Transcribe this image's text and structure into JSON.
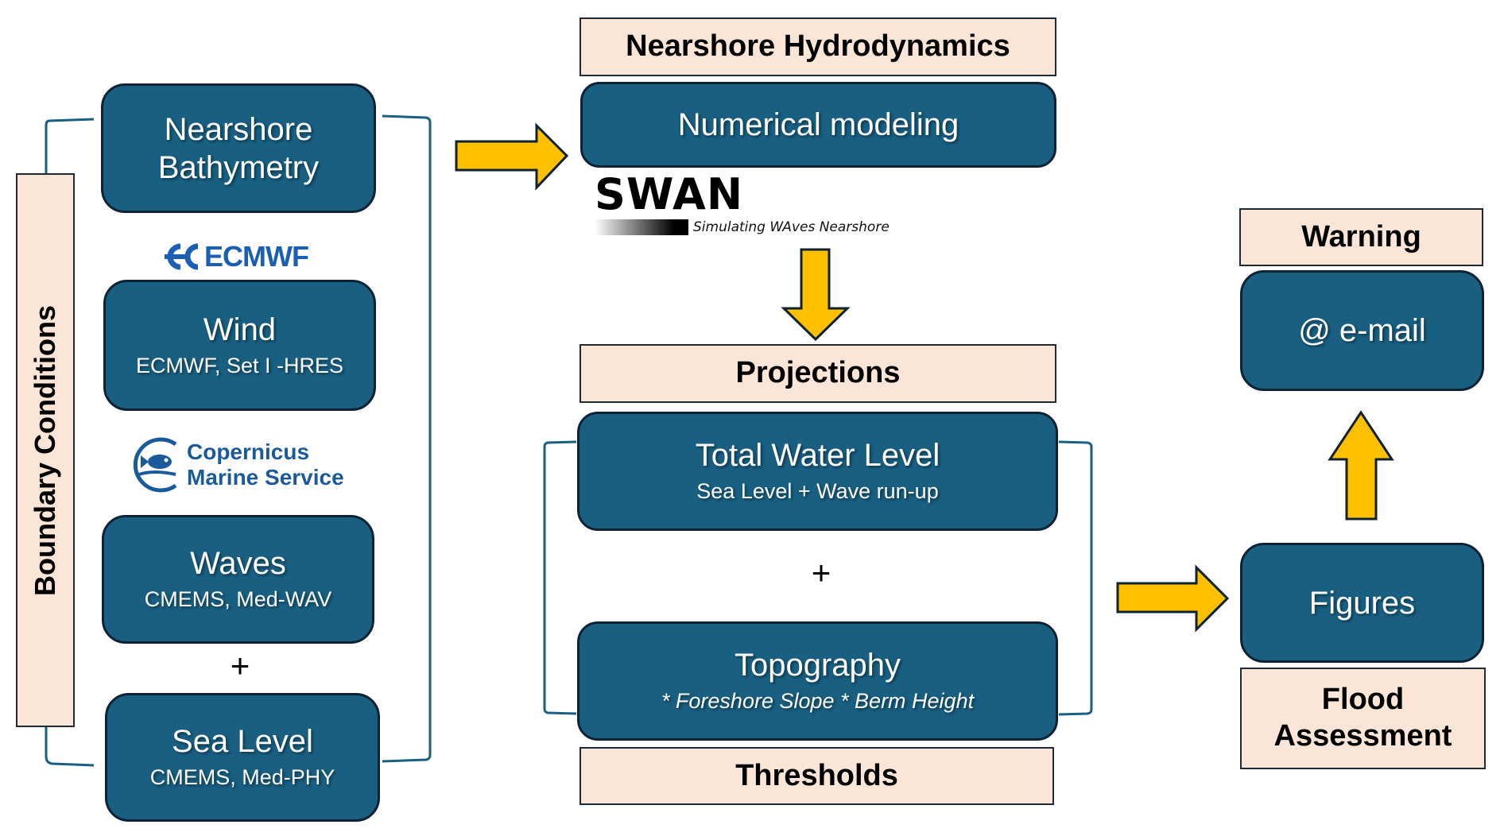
{
  "boundary_conditions": {
    "label": "Boundary Conditions",
    "nodes": [
      {
        "title": "Nearshore Bathymetry",
        "subtitle": ""
      },
      {
        "title": "Wind",
        "subtitle": "ECMWF, Set I -HRES"
      },
      {
        "title": "Waves",
        "subtitle": "CMEMS, Med-WAV"
      },
      {
        "title": "Sea Level",
        "subtitle": "CMEMS, Med-PHY"
      }
    ],
    "plus": "+",
    "logos": {
      "ecmwf": "ECMWF",
      "copernicus_line1": "Copernicus",
      "copernicus_line2": "Marine Service"
    }
  },
  "hydrodynamics": {
    "label": "Nearshore Hydrodynamics",
    "node": {
      "title": "Numerical modeling"
    },
    "swan": {
      "name": "SWAN",
      "tagline": "Simulating WAves Nearshore"
    }
  },
  "projections": {
    "label": "Projections",
    "nodes": [
      {
        "title": "Total Water Level",
        "subtitle": "Sea Level + Wave run-up"
      },
      {
        "title": "Topography",
        "subtitle": "* Foreshore Slope * Berm Height"
      }
    ],
    "plus": "+",
    "footer_label": "Thresholds"
  },
  "outputs": {
    "warning_label": "Warning",
    "email_node": {
      "title": "@ e-mail"
    },
    "figures_node": {
      "title": "Figures"
    },
    "flood_label_line1": "Flood",
    "flood_label_line2": "Assessment"
  },
  "colors": {
    "node_fill": "#185f82",
    "label_fill": "#fbe5d6",
    "arrow_fill": "#ffc000",
    "bracket": "#185f82"
  }
}
